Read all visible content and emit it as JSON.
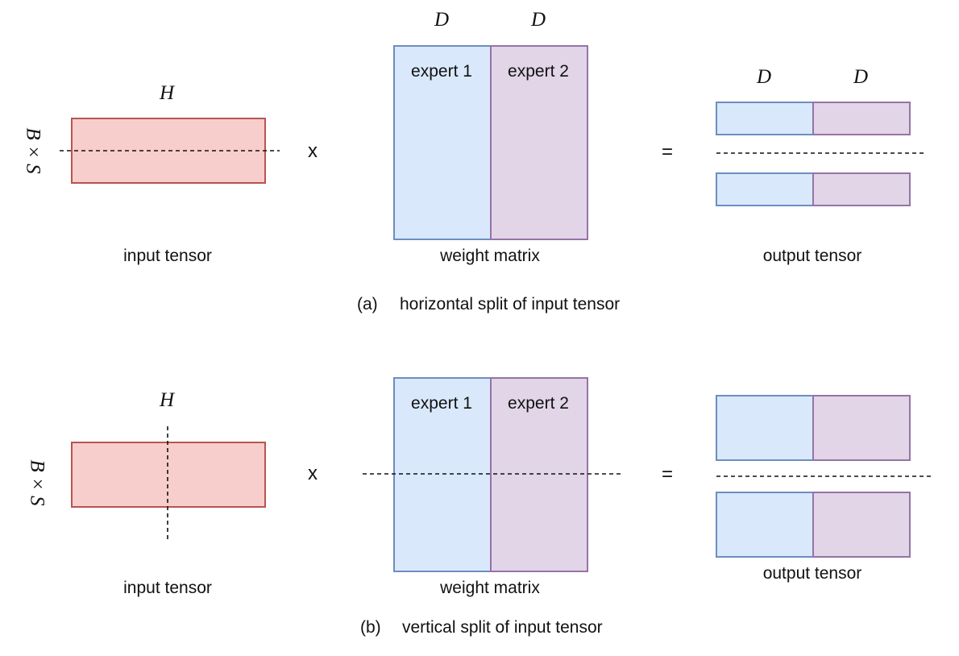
{
  "panel_a": {
    "input_dim_h": "H",
    "input_dim_bs": "B × S",
    "input_label": "input tensor",
    "op_multiply": "x",
    "weight_dim_left": "D",
    "weight_dim_right": "D",
    "expert1_label": "expert 1",
    "expert2_label": "expert 2",
    "weight_label": "weight matrix",
    "op_equals": "=",
    "output_dim_left": "D",
    "output_dim_right": "D",
    "output_label": "output tensor",
    "caption_tag": "(a)",
    "caption_text": "horizontal split of input tensor"
  },
  "panel_b": {
    "input_dim_h": "H",
    "input_dim_bs": "B × S",
    "input_label": "input tensor",
    "op_multiply": "x",
    "expert1_label": "expert 1",
    "expert2_label": "expert 2",
    "weight_label": "weight matrix",
    "op_equals": "=",
    "output_label": "output tensor",
    "caption_tag": "(b)",
    "caption_text": "vertical split of input tensor"
  },
  "colors": {
    "input_fill": "#f8cecc",
    "input_stroke": "#b85450",
    "expert1_fill": "#dae8fc",
    "expert1_stroke": "#6c8ebf",
    "expert2_fill": "#e1d5e7",
    "expert2_stroke": "#9673a6"
  }
}
